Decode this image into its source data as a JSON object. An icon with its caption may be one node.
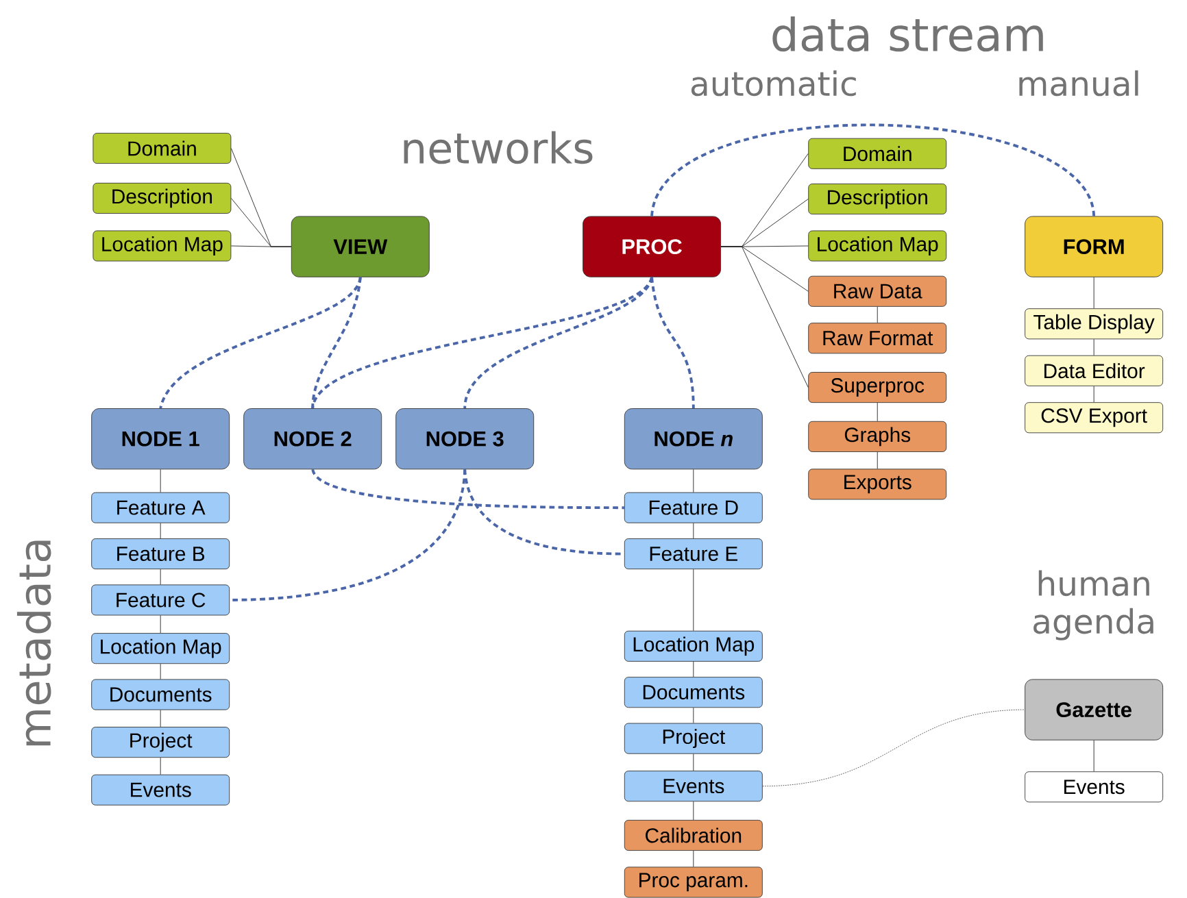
{
  "diagram": {
    "nodes": [
      {
        "text": [
          "Domain"
        ]
      },
      {
        "text": [
          "Description"
        ]
      },
      {
        "text": [
          "Location Map"
        ]
      },
      {
        "text": [
          "VIEW"
        ]
      },
      {
        "text": [
          "PROC"
        ]
      },
      {
        "text": [
          "Domain"
        ]
      },
      {
        "text": [
          "Description"
        ]
      },
      {
        "text": [
          "Location Map"
        ]
      },
      {
        "text": [
          "Raw Data"
        ]
      },
      {
        "text": [
          "Raw Format"
        ]
      },
      {
        "text": [
          "Superproc"
        ]
      },
      {
        "text": [
          "Graphs"
        ]
      },
      {
        "text": [
          "Exports"
        ]
      },
      {
        "text": [
          "FORM"
        ]
      },
      {
        "text": [
          "Table Display"
        ]
      },
      {
        "text": [
          "Data Editor"
        ]
      },
      {
        "text": [
          "CSV Export"
        ]
      },
      {
        "text": [
          "NODE 1"
        ]
      },
      {
        "text": [
          "NODE 2"
        ]
      },
      {
        "text": [
          "NODE 3"
        ]
      },
      {
        "text": [
          "NODE *n*"
        ]
      },
      {
        "text": [
          "Feature A"
        ]
      },
      {
        "text": [
          "Feature B"
        ]
      },
      {
        "text": [
          "Feature C"
        ]
      },
      {
        "text": [
          "Location Map"
        ]
      },
      {
        "text": [
          "Documents"
        ]
      },
      {
        "text": [
          "Project"
        ]
      },
      {
        "text": [
          "Events"
        ]
      },
      {
        "text": [
          "Feature D"
        ]
      },
      {
        "text": [
          "Feature E"
        ]
      },
      {
        "text": [
          "Location Map"
        ]
      },
      {
        "text": [
          "Documents"
        ]
      },
      {
        "text": [
          "Project"
        ]
      },
      {
        "text": [
          "Events"
        ]
      },
      {
        "text": [
          "Calibration"
        ]
      },
      {
        "text": [
          "Proc param."
        ]
      },
      {
        "text": [
          "Gazette"
        ]
      },
      {
        "text": [
          "Events"
        ]
      }
    ],
    "edges": [
      {
        "from": 0,
        "to": 3,
        "arrow": "none"
      },
      {
        "from": 1,
        "to": 3,
        "arrow": "none"
      },
      {
        "from": 2,
        "to": 3,
        "arrow": "none"
      },
      {
        "from": 4,
        "to": 5,
        "arrow": "none"
      },
      {
        "from": 4,
        "to": 6,
        "arrow": "none"
      },
      {
        "from": 4,
        "to": 7,
        "arrow": "none"
      },
      {
        "from": 4,
        "to": 8,
        "arrow": "none"
      },
      {
        "from": 4,
        "to": 10,
        "arrow": "none"
      },
      {
        "from": 8,
        "to": 9,
        "arrow": "none"
      },
      {
        "from": 10,
        "to": 11,
        "arrow": "none"
      },
      {
        "from": 11,
        "to": 12,
        "arrow": "none"
      },
      {
        "from": 13,
        "to": 14,
        "arrow": "none"
      },
      {
        "from": 14,
        "to": 15,
        "arrow": "none"
      },
      {
        "from": 15,
        "to": 16,
        "arrow": "none"
      },
      {
        "from": 17,
        "to": 21,
        "arrow": "none"
      },
      {
        "from": 21,
        "to": 22,
        "arrow": "none"
      },
      {
        "from": 22,
        "to": 23,
        "arrow": "none"
      },
      {
        "from": 23,
        "to": 24,
        "arrow": "none"
      },
      {
        "from": 24,
        "to": 25,
        "arrow": "none"
      },
      {
        "from": 25,
        "to": 26,
        "arrow": "none"
      },
      {
        "from": 26,
        "to": 27,
        "arrow": "none"
      },
      {
        "from": 20,
        "to": 28,
        "arrow": "none"
      },
      {
        "from": 28,
        "to": 29,
        "arrow": "none"
      },
      {
        "from": 29,
        "to": 30,
        "arrow": "none"
      },
      {
        "from": 30,
        "to": 31,
        "arrow": "none"
      },
      {
        "from": 31,
        "to": 32,
        "arrow": "none"
      },
      {
        "from": 32,
        "to": 33,
        "arrow": "none"
      },
      {
        "from": 33,
        "to": 34,
        "arrow": "none"
      },
      {
        "from": 34,
        "to": 35,
        "arrow": "none"
      },
      {
        "from": 36,
        "to": 37,
        "arrow": "none"
      },
      {
        "from": 3,
        "to": 17,
        "arrow": "none",
        "style": "dashed",
        "color": "#4a66a8"
      },
      {
        "from": 3,
        "to": 18,
        "arrow": "none",
        "style": "dashed",
        "color": "#4a66a8"
      },
      {
        "from": 4,
        "to": 18,
        "arrow": "none",
        "style": "dashed",
        "color": "#4a66a8"
      },
      {
        "from": 4,
        "to": 19,
        "arrow": "none",
        "style": "dashed",
        "color": "#4a66a8"
      },
      {
        "from": 4,
        "to": 20,
        "arrow": "none",
        "style": "dashed",
        "color": "#4a66a8"
      },
      {
        "from": 4,
        "to": 13,
        "arrow": "none",
        "style": "dashed",
        "color": "#4a66a8"
      },
      {
        "from": 18,
        "to": 28,
        "arrow": "none",
        "style": "dashed",
        "color": "#4a66a8"
      },
      {
        "from": 19,
        "to": 29,
        "arrow": "none",
        "style": "dashed",
        "color": "#4a66a8"
      },
      {
        "from": 19,
        "to": 23,
        "arrow": "none",
        "style": "dashed",
        "color": "#4a66a8"
      },
      {
        "from": 33,
        "to": 36,
        "arrow": "none",
        "style": "dashed",
        "color": "#555555"
      }
    ],
    "labels": [
      "data stream",
      "automatic",
      "manual",
      "networks",
      "metadata",
      "human agenda"
    ]
  }
}
